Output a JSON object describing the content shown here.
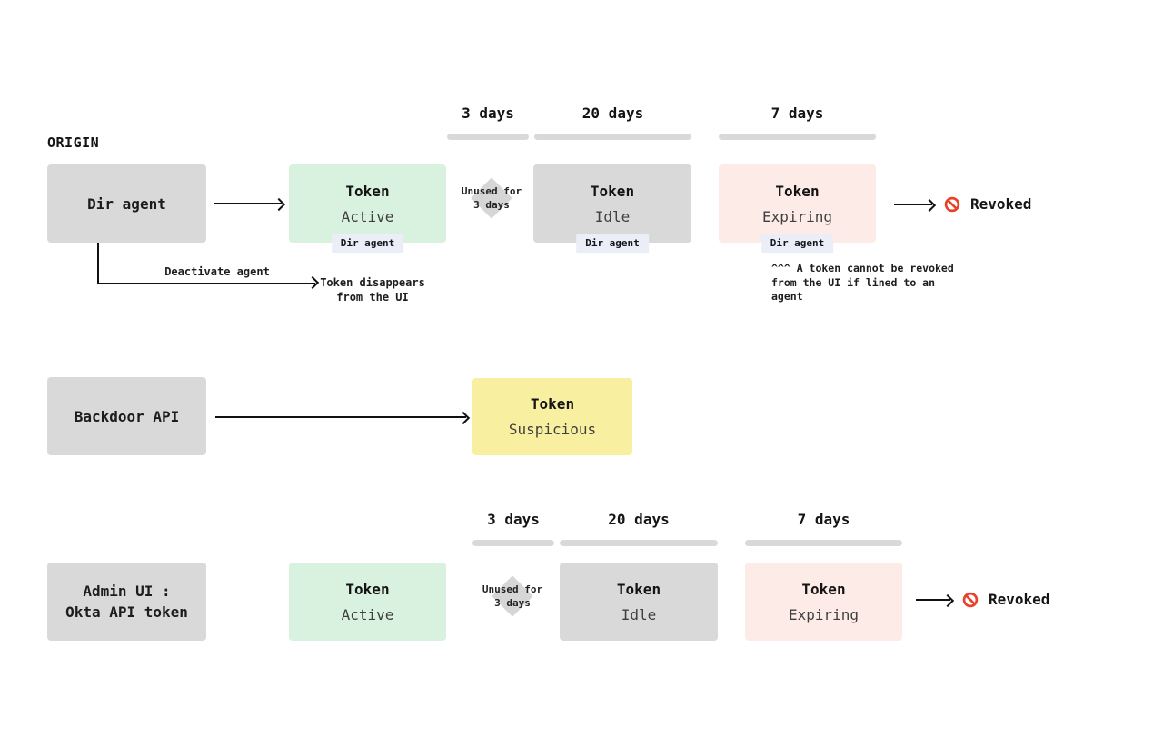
{
  "origin_label": "ORIGIN",
  "colors": {
    "box_gray": "#d9d9d9",
    "box_green": "#d8f2df",
    "box_pink": "#fdebe7",
    "box_yellow": "#f8f0a0",
    "badge_bg": "#ebedf7",
    "duration_bar_gray": "#d9d9d9",
    "revoked_icon_red": "#e8432a",
    "arrow_black": "#111111"
  },
  "dir_agent_flow": {
    "source_label": "Dir agent",
    "durations": [
      "3 days",
      "20 days",
      "7 days"
    ],
    "condition": [
      "Unused for",
      "3 days"
    ],
    "states": [
      {
        "title": "Token",
        "status": "Active",
        "badge": "Dir agent"
      },
      {
        "title": "Token",
        "status": "Idle",
        "badge": "Dir agent"
      },
      {
        "title": "Token",
        "status": "Expiring",
        "badge": "Dir agent"
      }
    ],
    "revoked_label": "Revoked",
    "deactivate_label": "Deactivate agent",
    "deactivate_result": [
      "Token disappears",
      "from the UI"
    ],
    "note": [
      "^^^ A token cannot be revoked",
      "from the UI if lined to an",
      "agent"
    ]
  },
  "backdoor_flow": {
    "source_label": "Backdoor API",
    "state": {
      "title": "Token",
      "status": "Suspicious"
    }
  },
  "admin_flow": {
    "source_label": [
      "Admin UI :",
      "Okta API token"
    ],
    "durations": [
      "3 days",
      "20 days",
      "7 days"
    ],
    "condition": [
      "Unused for",
      "3 days"
    ],
    "states": [
      {
        "title": "Token",
        "status": "Active"
      },
      {
        "title": "Token",
        "status": "Idle"
      },
      {
        "title": "Token",
        "status": "Expiring"
      }
    ],
    "revoked_label": "Revoked"
  }
}
